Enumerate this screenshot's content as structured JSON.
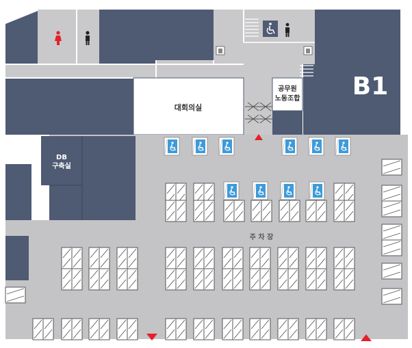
{
  "floor": {
    "label": "B1"
  },
  "rooms": {
    "conference_hall": "대회의실",
    "union_office_line1": "공무원",
    "union_office_line2": "노동조합",
    "db_room_line1": "DB",
    "db_room_line2": "구축실",
    "parking_lot": "주 차 장"
  },
  "icons": {
    "restroom_female": "female-restroom-icon",
    "restroom_male": "male-restroom-icon",
    "accessible_restroom": "wheelchair-icon",
    "elevator": "elevator-icon",
    "accessible_parking": "wheelchair-parking-icon",
    "entrance_up": "triangle-up-icon",
    "entrance_down": "triangle-down-icon"
  },
  "colors": {
    "building": "#4f5a73",
    "corridor": "#c9c9cb",
    "parking_floor": "#c4c4c6",
    "room_white": "#ffffff",
    "accessible_blue": "#3e9ad9",
    "marker_red": "#e5202a",
    "female_red": "#e5202a"
  }
}
